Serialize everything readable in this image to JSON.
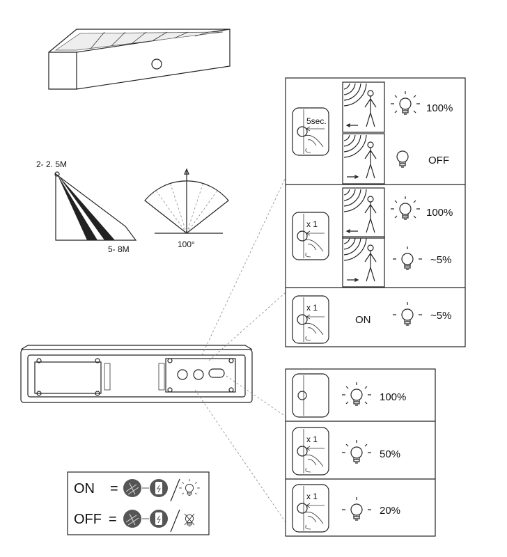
{
  "range": {
    "near_label": "2- 2. 5M",
    "far_label": "5- 8M",
    "angle_label": "100°"
  },
  "sensor_modes": [
    {
      "button_label": "5sec.",
      "rows": [
        {
          "motion": "approach",
          "level": "100%"
        },
        {
          "motion": "leave",
          "level": "OFF"
        }
      ]
    },
    {
      "button_label": "x 1",
      "rows": [
        {
          "motion": "approach",
          "level": "100%"
        },
        {
          "motion": "leave",
          "level": "~5%"
        }
      ]
    },
    {
      "button_label": "x 1",
      "state": "ON",
      "level": "~5%"
    }
  ],
  "brightness_modes": [
    {
      "button_label": "",
      "level": "100%"
    },
    {
      "button_label": "x 1",
      "level": "50%"
    },
    {
      "button_label": "x 1",
      "level": "20%"
    }
  ],
  "legend": {
    "on_label": "ON",
    "off_label": "OFF",
    "equals": "=",
    "icons": [
      "solar-panel-sun-icon",
      "battery-charging-icon",
      "bulb-on-icon",
      "bulb-crossed-icon"
    ]
  },
  "colors": {
    "line": "#222222",
    "icon_fill": "#555555",
    "dash": "#888888"
  }
}
